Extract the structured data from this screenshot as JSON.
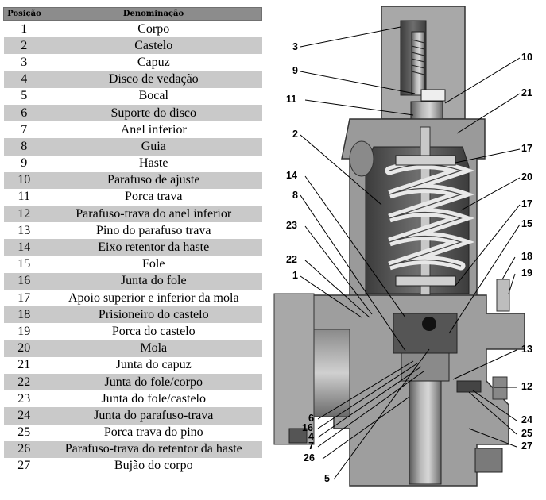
{
  "table": {
    "header": {
      "position": "Posição",
      "name": "Denominação"
    },
    "rows": [
      {
        "pos": "1",
        "name": "Corpo"
      },
      {
        "pos": "2",
        "name": "Castelo"
      },
      {
        "pos": "3",
        "name": "Capuz"
      },
      {
        "pos": "4",
        "name": "Disco de vedação"
      },
      {
        "pos": "5",
        "name": "Bocal"
      },
      {
        "pos": "6",
        "name": "Suporte do disco"
      },
      {
        "pos": "7",
        "name": "Anel inferior"
      },
      {
        "pos": "8",
        "name": "Guia"
      },
      {
        "pos": "9",
        "name": "Haste"
      },
      {
        "pos": "10",
        "name": "Parafuso de ajuste"
      },
      {
        "pos": "11",
        "name": "Porca trava"
      },
      {
        "pos": "12",
        "name": "Parafuso-trava do anel inferior"
      },
      {
        "pos": "13",
        "name": "Pino do parafuso trava"
      },
      {
        "pos": "14",
        "name": "Eixo retentor da haste"
      },
      {
        "pos": "15",
        "name": "Fole"
      },
      {
        "pos": "16",
        "name": "Junta do fole"
      },
      {
        "pos": "17",
        "name": "Apoio superior e inferior da mola"
      },
      {
        "pos": "18",
        "name": "Prisioneiro do castelo"
      },
      {
        "pos": "19",
        "name": "Porca do castelo"
      },
      {
        "pos": "20",
        "name": "Mola"
      },
      {
        "pos": "21",
        "name": "Junta do capuz"
      },
      {
        "pos": "22",
        "name": "Junta do fole/corpo"
      },
      {
        "pos": "23",
        "name": "Junta do fole/castelo"
      },
      {
        "pos": "24",
        "name": "Junta do parafuso-trava"
      },
      {
        "pos": "25",
        "name": "Porca trava do pino"
      },
      {
        "pos": "26",
        "name": "Parafuso-trava do retentor da haste"
      },
      {
        "pos": "27",
        "name": "Bujão do corpo"
      }
    ]
  },
  "callouts": {
    "c3": "3",
    "c9": "9",
    "c11": "11",
    "c2": "2",
    "c14": "14",
    "c8": "8",
    "c23": "23",
    "c22": "22",
    "c1": "1",
    "c6": "6",
    "c16": "16",
    "c4": "4",
    "c7": "7",
    "c26": "26",
    "c5": "5",
    "c10": "10",
    "c21": "21",
    "c17a": "17",
    "c20": "20",
    "c17b": "17",
    "c15": "15",
    "c18": "18",
    "c19": "19",
    "c13": "13",
    "c12": "12",
    "c24": "24",
    "c25": "25",
    "c27": "27"
  }
}
